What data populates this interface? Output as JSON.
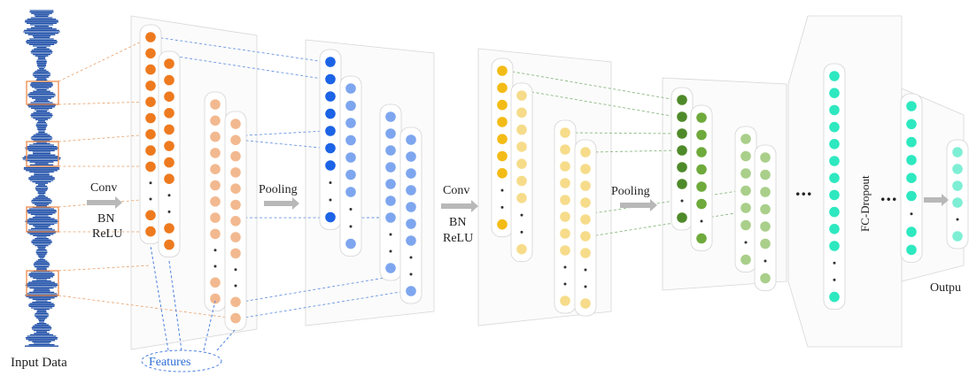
{
  "labels": {
    "input": "Input Data",
    "features": "Features",
    "conv1": "Conv",
    "bn1": "BN",
    "relu1": "ReLU",
    "pool1": "Pooling",
    "conv2": "Conv",
    "bn2": "BN",
    "relu2": "ReLU",
    "pool2": "Pooling",
    "fc": "FC-Dropout",
    "output": "Outpu",
    "dots_mid": "...",
    "dots_fc": "..."
  },
  "colors": {
    "orange": "#ee7a1f",
    "peach": "#f2b990",
    "blue": "#1c63e6",
    "lightblue": "#7ea6ef",
    "gold": "#f3bb16",
    "lightgold": "#f6dc8a",
    "darkgreen": "#4f8a2a",
    "midgreen": "#6faa3c",
    "palegreen": "#a9cf8a",
    "cyan": "#2ee8c0",
    "mint": "#7eefd4",
    "waveform": "#1e4fa8",
    "connector_orange": "#e7a06a",
    "connector_blue": "#6a96e3",
    "connector_green": "#8ab880"
  }
}
